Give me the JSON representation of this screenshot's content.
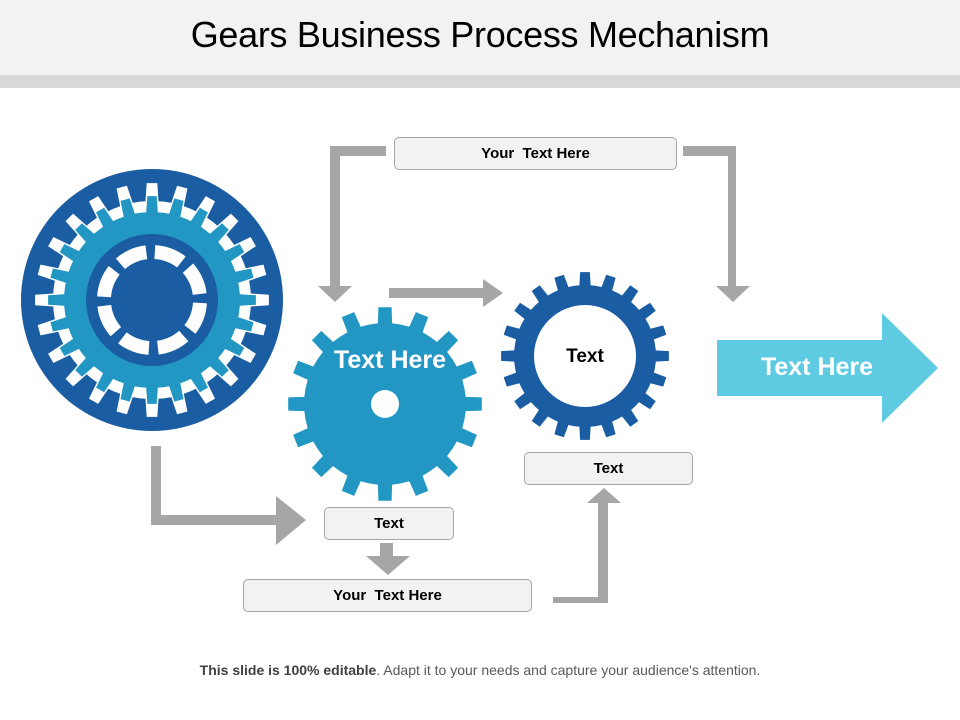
{
  "title": "Gears Business Process Mechanism",
  "colors": {
    "dark_blue": "#1a5da3",
    "mid_blue": "#2397c4",
    "light_blue": "#5fcbe3",
    "arrow_gray": "#a6a6a6",
    "box_fill": "#f2f2f2"
  },
  "boxes": {
    "top": "Your  Text Here",
    "middle_gear_below": "Text",
    "bottom": "Your  Text Here",
    "right_gear_below": "Text"
  },
  "gears": {
    "large_left": {
      "label": ""
    },
    "middle": {
      "label": "Text Here"
    },
    "small_right": {
      "label": "Text"
    }
  },
  "output_arrow": {
    "label": "Text Here"
  },
  "footer": {
    "bold": "This slide is 100% editable",
    "rest": ". Adapt it to your needs and capture your audience's attention."
  }
}
